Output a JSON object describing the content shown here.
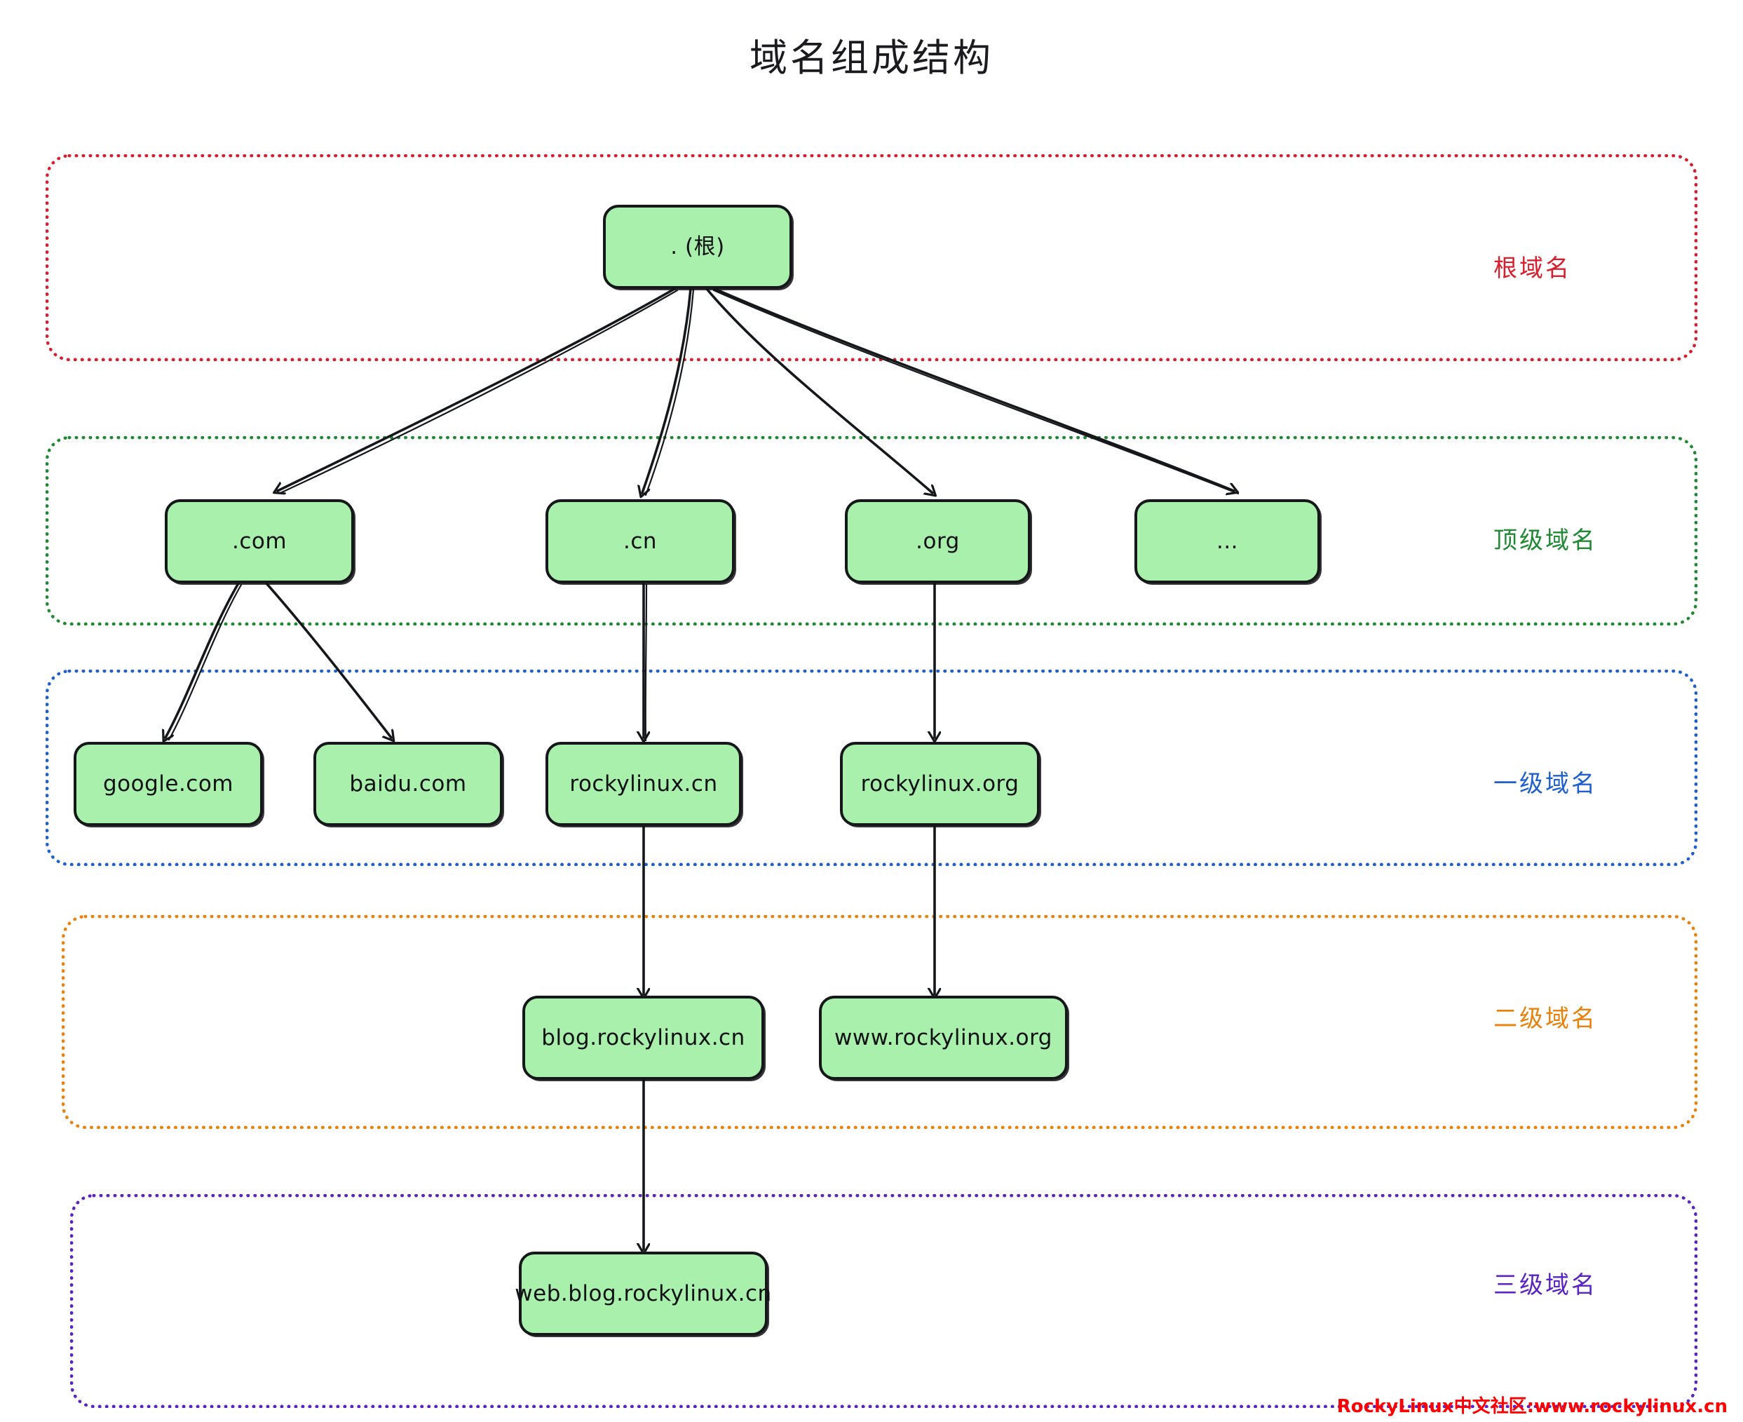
{
  "title": "域名组成结构",
  "watermark": "RockyLinux中文社区:www.rockylinux.cn",
  "colors": {
    "node_fill": "#a8f0ac",
    "node_stroke": "#15171a",
    "root_band": "#d91f2e",
    "tld_band": "#1f8a33",
    "level1_band": "#1f5fd0",
    "level2_band": "#e8820c",
    "level3_band": "#5b22c4",
    "watermark": "#ff0000",
    "title": "#1b1b1f"
  },
  "bands": [
    {
      "id": "root",
      "label": "根域名",
      "color": "#d91f2e"
    },
    {
      "id": "tld",
      "label": "顶级域名",
      "color": "#1f8a33"
    },
    {
      "id": "level1",
      "label": "一级域名",
      "color": "#1f5fd0"
    },
    {
      "id": "level2",
      "label": "二级域名",
      "color": "#e8820c"
    },
    {
      "id": "level3",
      "label": "三级域名",
      "color": "#5b22c4"
    }
  ],
  "nodes": {
    "root": ". (根)",
    "tld_com": ".com",
    "tld_cn": ".cn",
    "tld_org": ".org",
    "tld_more": "...",
    "google_com": "google.com",
    "baidu_com": "baidu.com",
    "rockylinux_cn": "rockylinux.cn",
    "rockylinux_org": "rockylinux.org",
    "blog_rockylinux_cn": "blog.rockylinux.cn",
    "www_rockylinux_org": "www.rockylinux.org",
    "web_blog_rockylinux_cn": "web.blog.rockylinux.cn"
  },
  "edges": [
    {
      "from": "root",
      "to": "tld_com"
    },
    {
      "from": "root",
      "to": "tld_cn"
    },
    {
      "from": "root",
      "to": "tld_org"
    },
    {
      "from": "root",
      "to": "tld_more"
    },
    {
      "from": "tld_com",
      "to": "google_com"
    },
    {
      "from": "tld_com",
      "to": "baidu_com"
    },
    {
      "from": "tld_cn",
      "to": "rockylinux_cn"
    },
    {
      "from": "tld_org",
      "to": "rockylinux_org"
    },
    {
      "from": "rockylinux_cn",
      "to": "blog_rockylinux_cn"
    },
    {
      "from": "rockylinux_org",
      "to": "www_rockylinux_org"
    },
    {
      "from": "blog_rockylinux_cn",
      "to": "web_blog_rockylinux_cn"
    }
  ]
}
